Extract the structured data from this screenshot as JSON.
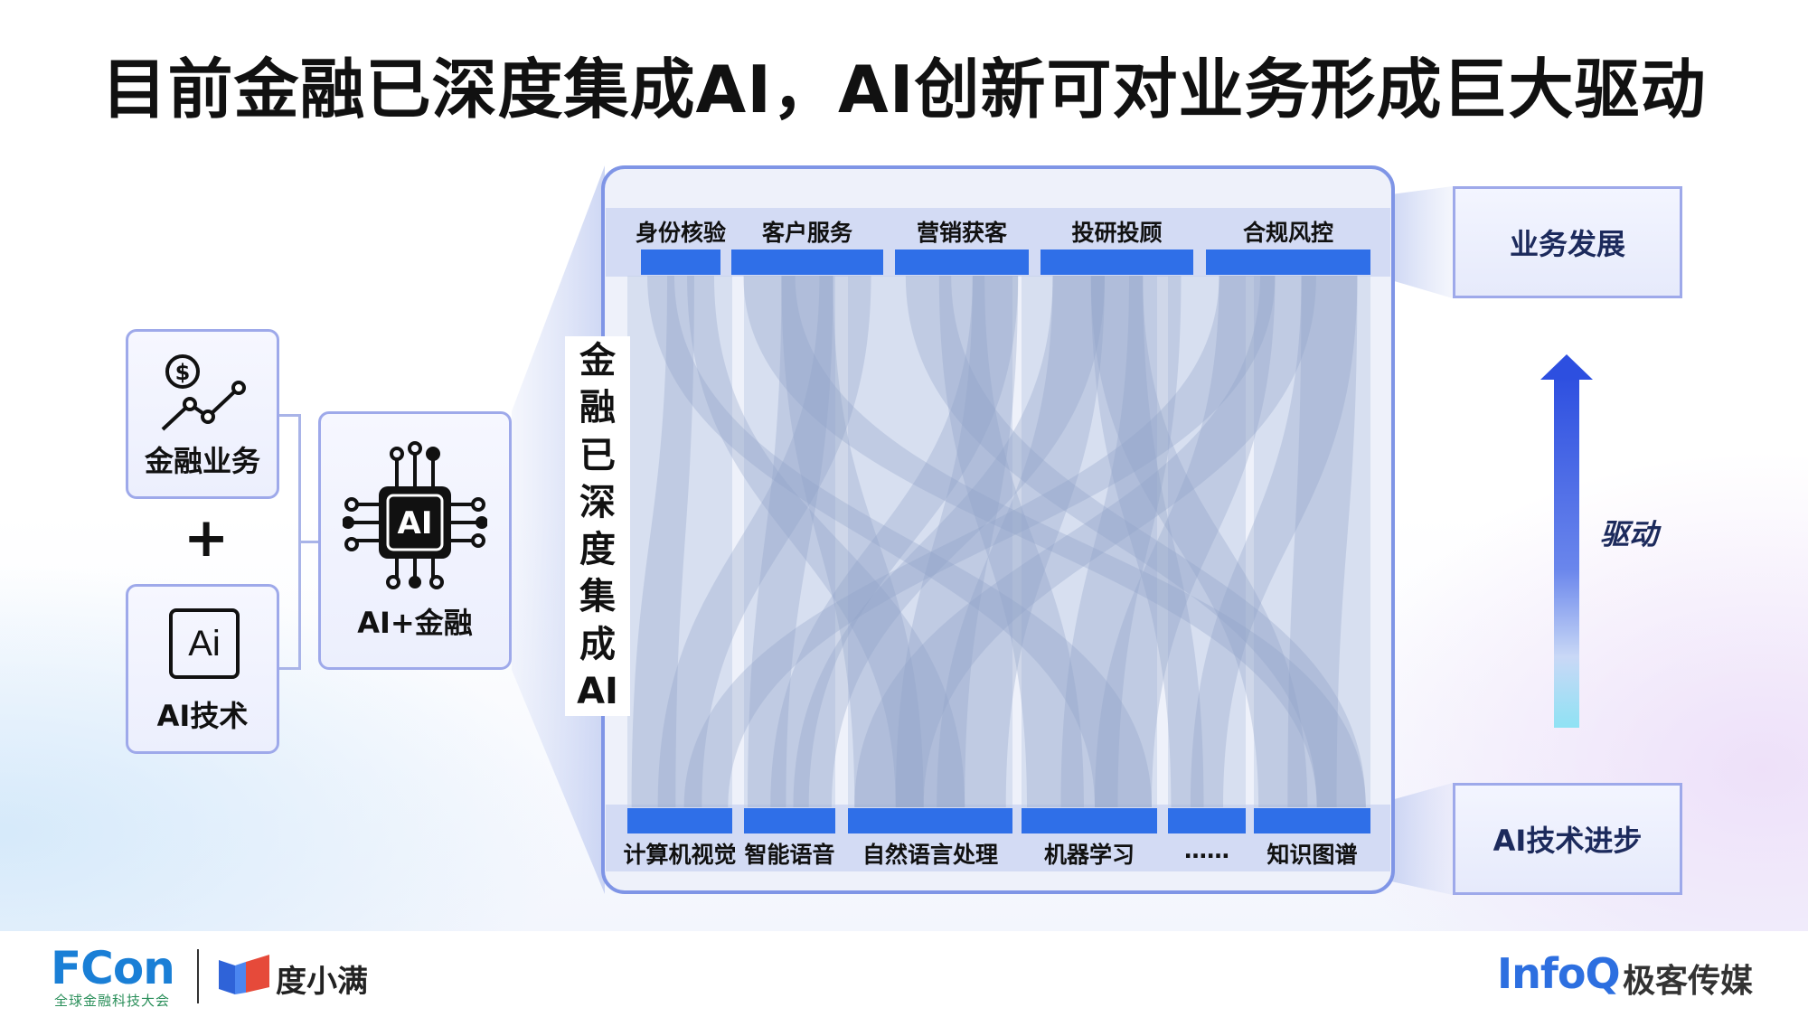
{
  "title": "目前金融已深度集成AI，AI创新可对业务形成巨大驱动",
  "left": {
    "finance_label": "金融业务",
    "plus": "+",
    "ai_label": "AI技术",
    "ai_icon_text": "Ai",
    "combined_label": "AI+金融",
    "chip_text": "AI"
  },
  "matrix": {
    "vertical_label": [
      "金",
      "融",
      "已",
      "深",
      "度",
      "集",
      "成",
      "AI"
    ],
    "top_labels": [
      "身份核验",
      "客户服务",
      "营销获客",
      "投研投顾",
      "合规风控"
    ],
    "bottom_labels": [
      "计算机视觉",
      "智能语音",
      "自然语言处理",
      "机器学习",
      "……",
      "知识图谱"
    ]
  },
  "right": {
    "top_box": "业务发展",
    "drive_label": "驱动",
    "bottom_box": "AI技术进步"
  },
  "footer": {
    "fcon": "FCon",
    "fcon_sub": "全球金融科技大会",
    "dxm": "度小满",
    "infoq": "InfoQ",
    "infoq_cn": "极客传媒"
  },
  "colors": {
    "bar_blue": "#2f6fe8",
    "band": "#d3dbf4",
    "frame": "#7f95e6",
    "card_border": "#9ea9ea"
  }
}
